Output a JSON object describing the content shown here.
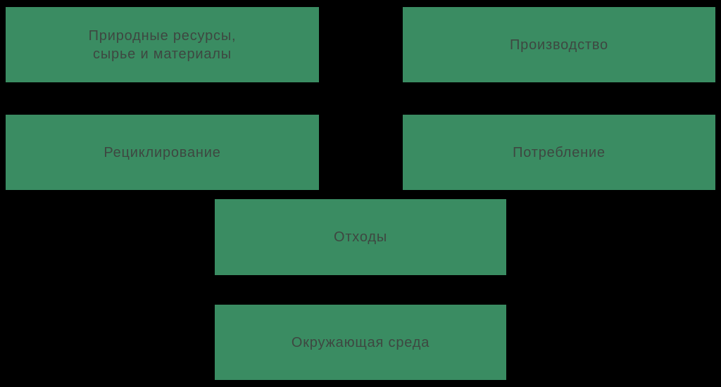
{
  "diagram": {
    "type": "flow-diagram",
    "subject": "material-cycle",
    "nodes": [
      {
        "id": "natural-resources",
        "label": "Природные ресурсы,\nсырье и материалы"
      },
      {
        "id": "production",
        "label": "Производство"
      },
      {
        "id": "recycling",
        "label": "Рециклирование"
      },
      {
        "id": "consumption",
        "label": "Потребление"
      },
      {
        "id": "waste",
        "label": "Отходы"
      },
      {
        "id": "environment",
        "label": "Окружающая среда"
      }
    ]
  },
  "colors": {
    "background": "#000000",
    "node_fill": "#3a8c62",
    "node_text": "#3e4741"
  }
}
